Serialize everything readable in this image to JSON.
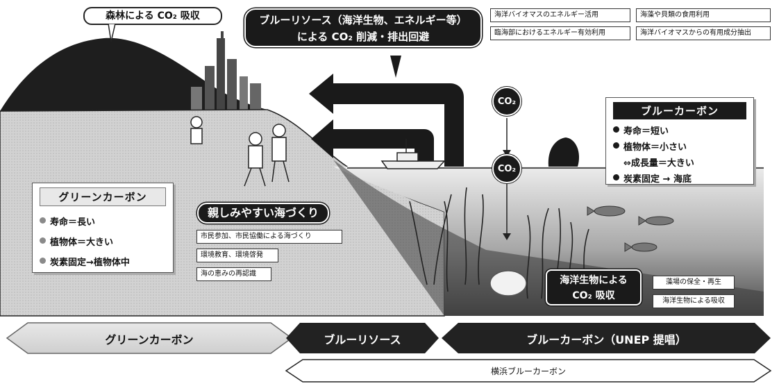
{
  "top": {
    "forest_label": "森林による CO₂ 吸収",
    "blue_resource_callout": [
      "ブルーリソース（海洋生物、エネルギー等）",
      "による CO₂ 削減・排出回避"
    ]
  },
  "activity_boxes": [
    "海洋バイオマスのエネルギー活用",
    "海藻や貝類の食用利用",
    "臨海部におけるエネルギー有効利用",
    "海洋バイオマスからの有用成分抽出"
  ],
  "co2_labels": [
    "CO₂",
    "CO₂"
  ],
  "blue_carbon_legend": {
    "title": "ブルーカーボン",
    "items": [
      "寿命＝短い",
      "植物体＝小さい",
      "⇔成長量＝大きい",
      "炭素固定 → 海底"
    ]
  },
  "green_carbon_legend": {
    "title": "グリーンカーボン",
    "items": [
      "寿命＝長い",
      "植物体＝大きい",
      "炭素固定→植物体中"
    ]
  },
  "seaside": {
    "title": "親しみやすい海づくり",
    "items": [
      "市民参加、市民協働による海づくり",
      "環境教育、環境啓発",
      "海の恵みの再認識"
    ]
  },
  "marine_absorption": {
    "title": [
      "海洋生物による",
      "CO₂ 吸収"
    ],
    "items": [
      "藻場の保全・再生",
      "海洋生物による吸収"
    ]
  },
  "bands": {
    "green": "グリーンカーボン",
    "blue_resource": "ブルーリソース",
    "blue_carbon": "ブルーカーボン（UNEP 提唱）",
    "yokohama": "横浜ブルーカーボン"
  },
  "colors": {
    "dark": "#1a1a1a",
    "ground": "#cfcfcf",
    "sea_top": "#e6e6e6",
    "sea_bottom": "#505050",
    "bullet": "#7a7a7a"
  }
}
